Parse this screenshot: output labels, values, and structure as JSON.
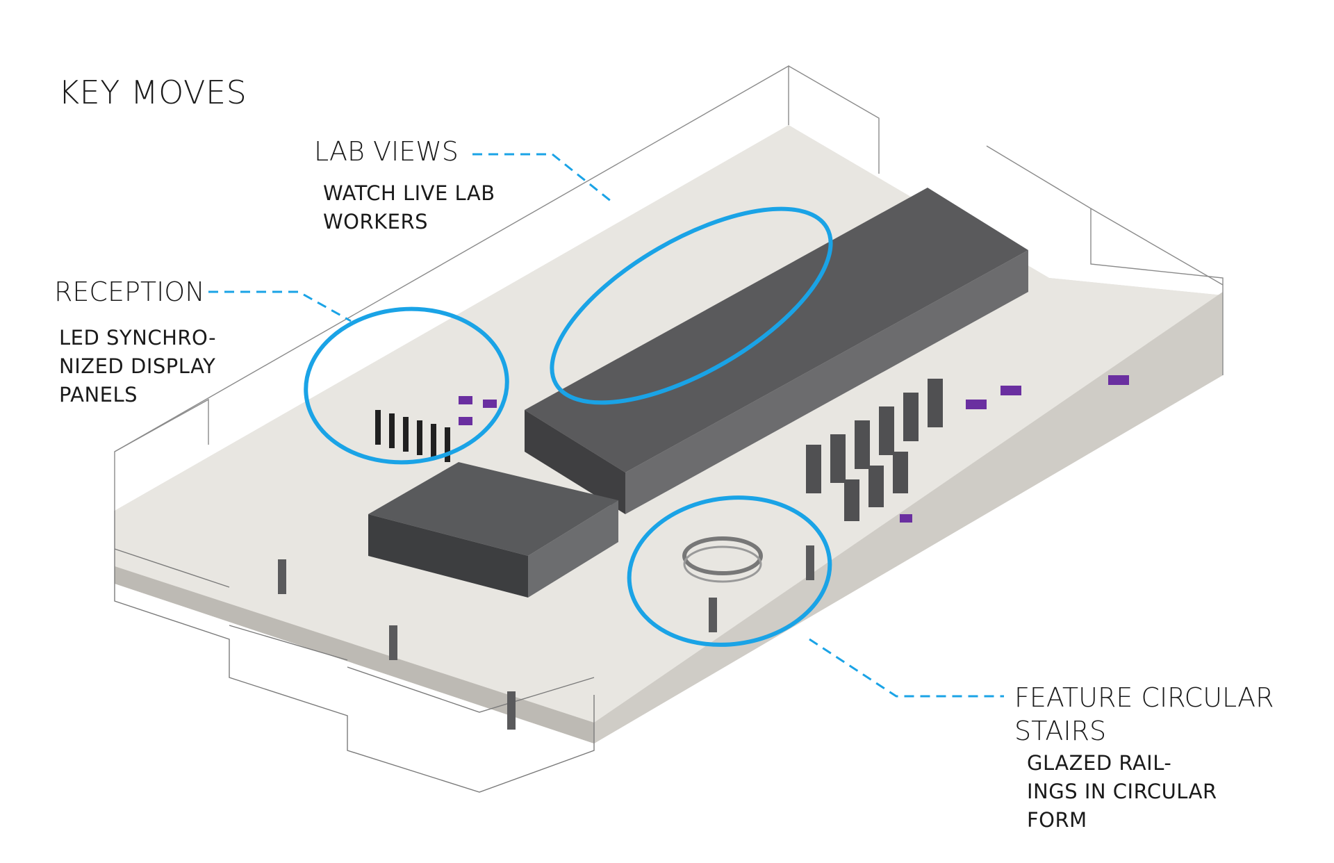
{
  "title": "KEY MOVES",
  "callouts": {
    "lab_views": {
      "heading": "LAB VIEWS",
      "lines": [
        "WATCH LIVE LAB",
        "WORKERS"
      ]
    },
    "reception": {
      "heading": "RECEPTION",
      "lines": [
        "LED SYNCHRO-",
        "NIZED DISPLAY",
        "PANELS"
      ]
    },
    "stairs": {
      "heading_lines": [
        "FEATURE CIRCULAR",
        "STAIRS"
      ],
      "lines": [
        "GLAZED RAIL-",
        "INGS IN CIRCULAR",
        "FORM"
      ]
    }
  },
  "colors": {
    "highlight_ring": "#1aa3e6",
    "leader_line": "#1aa3e6",
    "floor": "#e6e4df",
    "walls_dark": "#4a4a4c",
    "accent_furniture": "#6a2fa0",
    "wood": "#8a5a32"
  }
}
